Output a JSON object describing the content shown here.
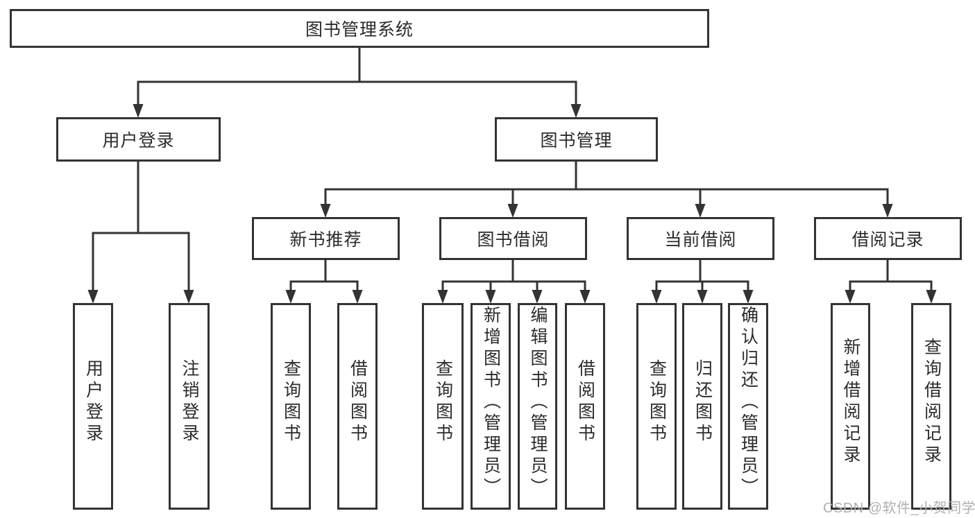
{
  "diagram_type": "hierarchy-tree",
  "colors": {
    "background": "#ffffff",
    "box_border": "#333333",
    "connector_line": "#333333",
    "text": "#2b2b2b",
    "watermark": "#b0b0b0"
  },
  "tree": {
    "root": {
      "label": "图书管理系统"
    },
    "level2": [
      {
        "label": "用户登录",
        "children": [
          {
            "label": "用户登录"
          },
          {
            "label": "注销登录"
          }
        ]
      },
      {
        "label": "图书管理",
        "children": [
          {
            "label": "新书推荐",
            "children": [
              {
                "label": "查询图书"
              },
              {
                "label": "借阅图书"
              }
            ]
          },
          {
            "label": "图书借阅",
            "children": [
              {
                "label": "查询图书"
              },
              {
                "label": "新增图书（管理员）"
              },
              {
                "label": "编辑图书（管理员）"
              },
              {
                "label": "借阅图书"
              }
            ]
          },
          {
            "label": "当前借阅",
            "children": [
              {
                "label": "查询图书"
              },
              {
                "label": "归还图书"
              },
              {
                "label": "确认归还（管理员）"
              }
            ]
          },
          {
            "label": "借阅记录",
            "children": [
              {
                "label": "新增借阅记录"
              },
              {
                "label": "查询借阅记录"
              }
            ]
          }
        ]
      }
    ]
  },
  "watermark": {
    "text": "CSDN @软件_小贺同学"
  }
}
